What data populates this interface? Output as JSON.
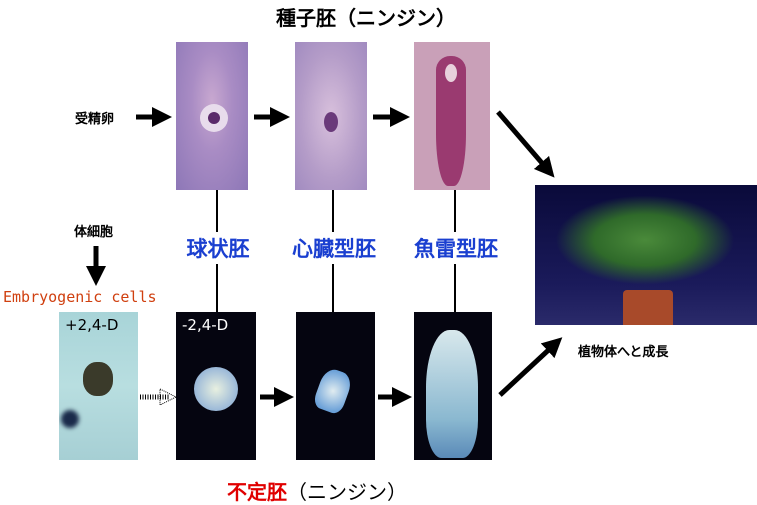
{
  "top_title": "種子胚（ニンジン）",
  "fertilized_egg": "受精卵",
  "somatic_cell": "体細胞",
  "embryogenic_cells": "Embryogenic cells",
  "stages": [
    "球状胚",
    "心臓型胚",
    "魚雷型胚"
  ],
  "plus_label": "+2,4-D",
  "minus_label": "-2,4-D",
  "growth": "植物体へと成長",
  "bottom_title_red": "不定胚",
  "bottom_title_black": "（ニンジン）",
  "colors": {
    "stage": "#1a3fd0",
    "embryogenic": "#d04010",
    "somatic_title": "#e00000"
  }
}
